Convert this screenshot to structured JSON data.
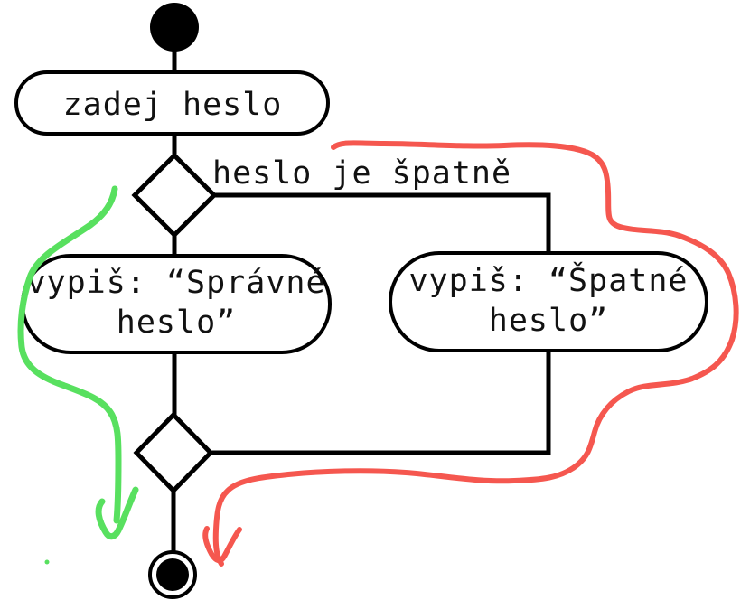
{
  "nodes": {
    "action_input_label": "zadej heslo",
    "decision_branch_label": "heslo je špatně",
    "action_correct_line1": "vypiš: “Správné",
    "action_correct_line2": "heslo”",
    "action_wrong_line1": "vypiš: “Špatné",
    "action_wrong_line2": "heslo”"
  },
  "colors": {
    "diagram_stroke": "#000000",
    "background": "#ffffff",
    "annotation_green": "#58e05f",
    "annotation_red": "#f5574f"
  }
}
